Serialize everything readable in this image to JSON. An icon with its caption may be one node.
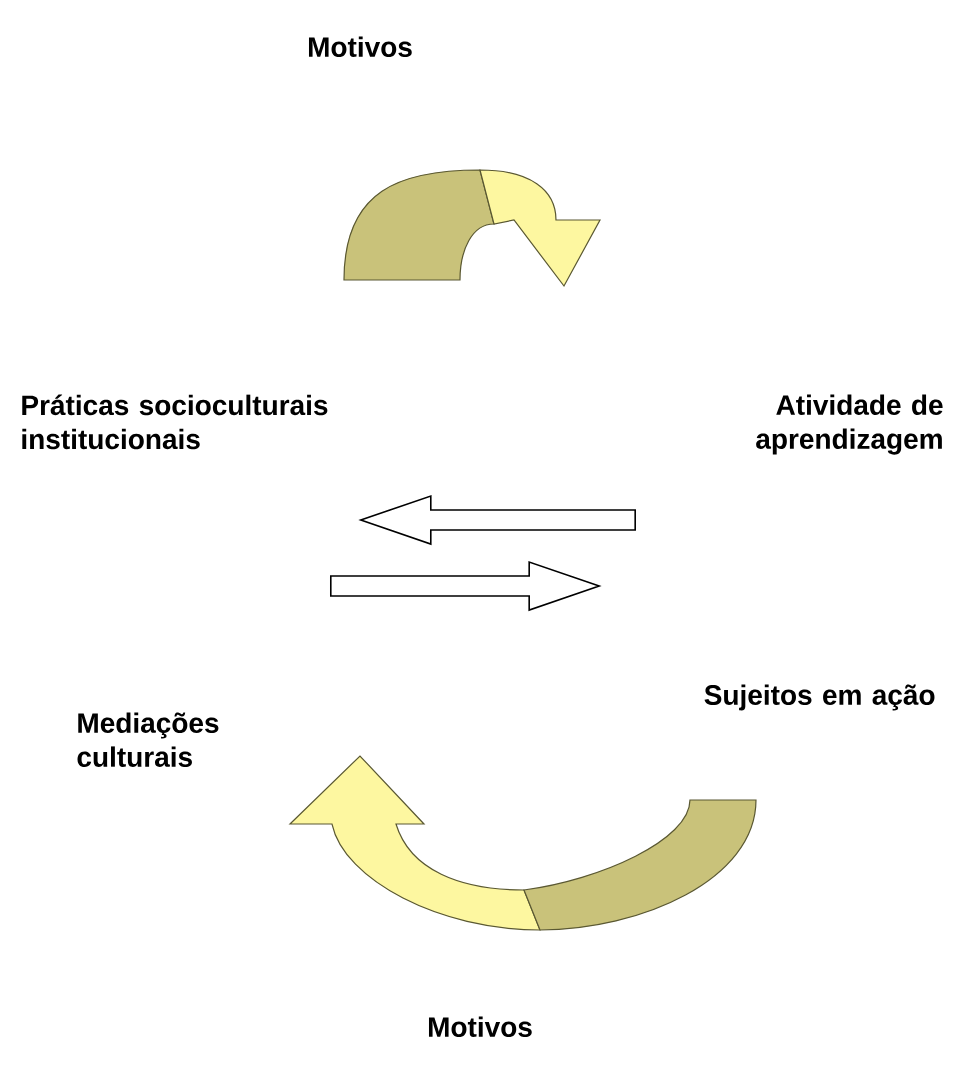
{
  "diagram": {
    "nodes": [
      {
        "text": [
          "Práticas socioculturais institucionais"
        ]
      },
      {
        "text": [
          "Atividade de aprendizagem"
        ]
      }
    ],
    "edges": [
      {
        "from": 1,
        "to": 0,
        "arrow": "to"
      },
      {
        "from": 0,
        "to": 1,
        "arrow": "to"
      }
    ],
    "labels": [
      "Motivos",
      "Mediações culturais",
      "Sujeitos em ação",
      "Motivos"
    ]
  }
}
